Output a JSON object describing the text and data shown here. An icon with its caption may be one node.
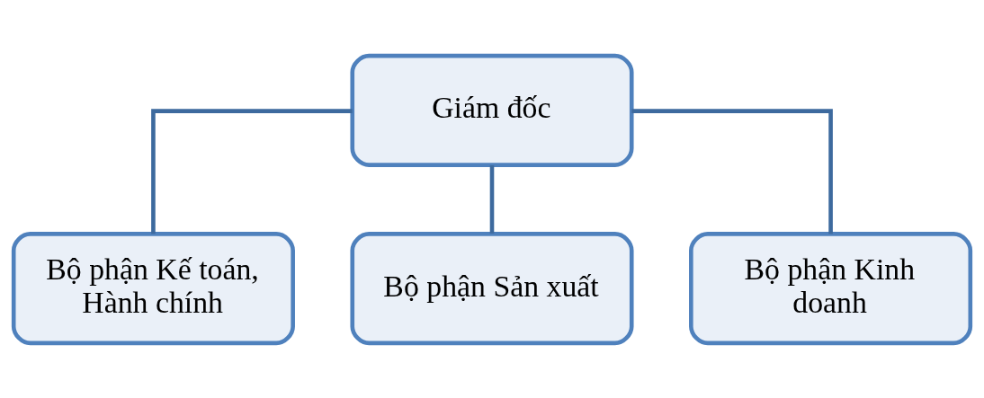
{
  "diagram": {
    "nodes": [
      {
        "text": [
          "Giám đốc"
        ]
      },
      {
        "text": [
          "Bộ phận Kế toán, Hành chính"
        ]
      },
      {
        "text": [
          "Bộ phận Sản xuất"
        ]
      },
      {
        "text": [
          "Bộ phận Kinh doanh"
        ]
      }
    ],
    "edges": [
      {
        "from": 0,
        "to": 1,
        "arrow": "none"
      },
      {
        "from": 0,
        "to": 2,
        "arrow": "none"
      },
      {
        "from": 0,
        "to": 3,
        "arrow": "none"
      }
    ]
  }
}
